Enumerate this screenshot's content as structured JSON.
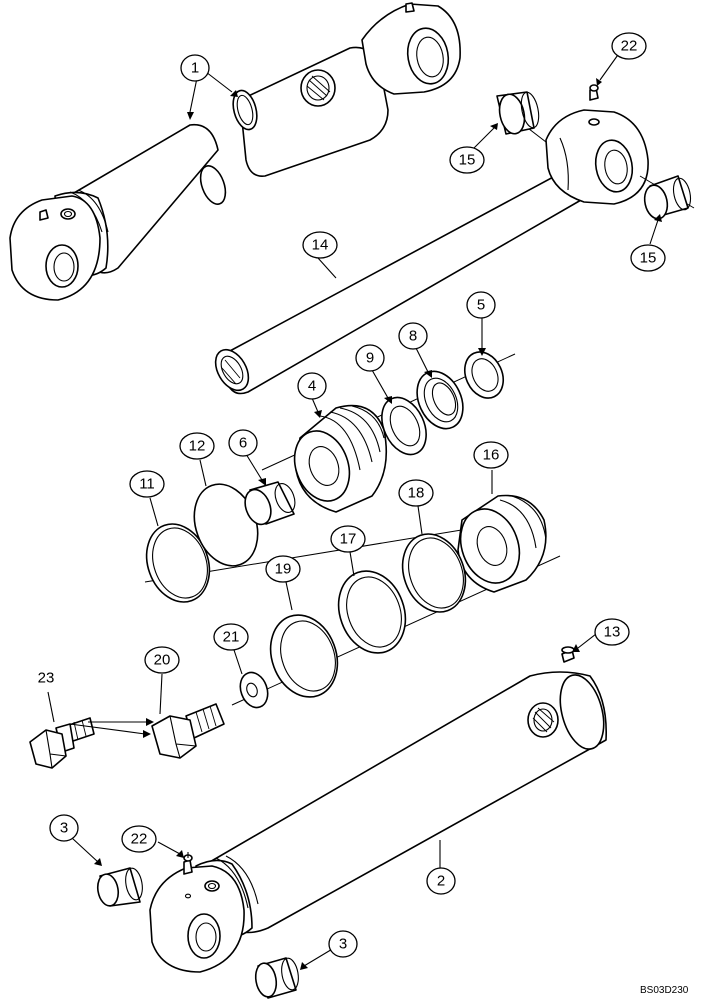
{
  "diagram": {
    "drawing_code": "BS03D230",
    "callouts": [
      {
        "id": "c1",
        "label": "1"
      },
      {
        "id": "c2",
        "label": "2"
      },
      {
        "id": "c3a",
        "label": "3"
      },
      {
        "id": "c3b",
        "label": "3"
      },
      {
        "id": "c4",
        "label": "4"
      },
      {
        "id": "c5",
        "label": "5"
      },
      {
        "id": "c6",
        "label": "6"
      },
      {
        "id": "c8",
        "label": "8"
      },
      {
        "id": "c9",
        "label": "9"
      },
      {
        "id": "c11",
        "label": "11"
      },
      {
        "id": "c12",
        "label": "12"
      },
      {
        "id": "c13",
        "label": "13"
      },
      {
        "id": "c14",
        "label": "14"
      },
      {
        "id": "c15a",
        "label": "15"
      },
      {
        "id": "c15b",
        "label": "15"
      },
      {
        "id": "c16",
        "label": "16"
      },
      {
        "id": "c17",
        "label": "17"
      },
      {
        "id": "c18",
        "label": "18"
      },
      {
        "id": "c19",
        "label": "19"
      },
      {
        "id": "c20",
        "label": "20"
      },
      {
        "id": "c21",
        "label": "21"
      },
      {
        "id": "c22a",
        "label": "22"
      },
      {
        "id": "c22b",
        "label": "22"
      },
      {
        "id": "c23",
        "label": "23"
      }
    ]
  }
}
